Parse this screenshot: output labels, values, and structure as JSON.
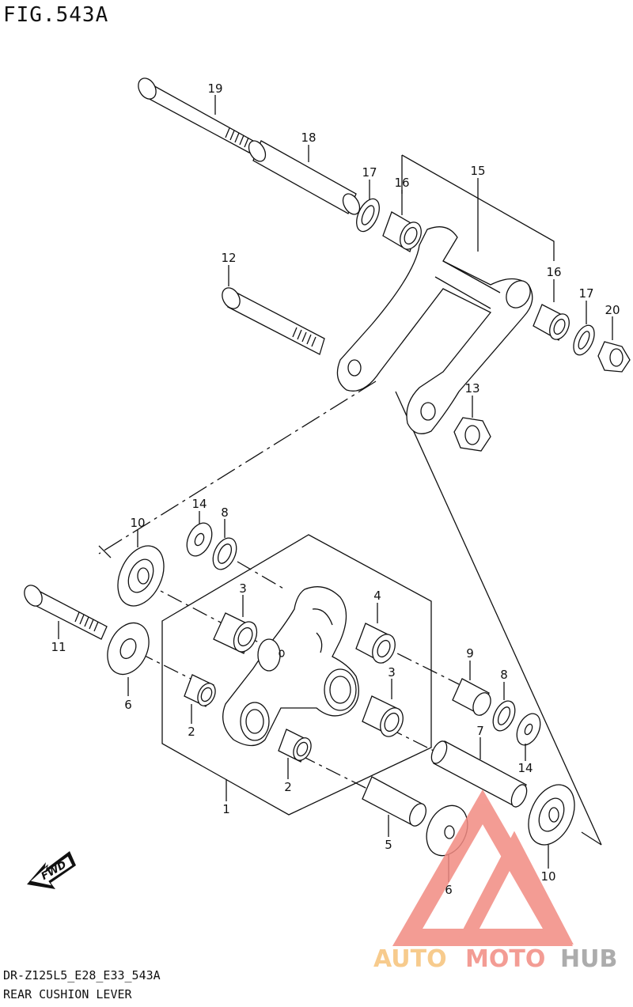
{
  "header": {
    "figure_label": "FIG.543A"
  },
  "footer": {
    "model_code": "DR-Z125L5_E28_E33_543A",
    "assembly_name": "REAR CUSHION LEVER"
  },
  "fwd_badge": {
    "label": "FWD"
  },
  "watermark": {
    "part1": "AUTO",
    "part2": "MOTO",
    "part3": "HUB",
    "color_primary": "#f28b82",
    "color_secondary": "#f6c27a",
    "color_tertiary": "#9e9e9e"
  },
  "callouts": {
    "c1": "1",
    "c2a": "2",
    "c2b": "2",
    "c3a": "3",
    "c3b": "3",
    "c4": "4",
    "c5": "5",
    "c6a": "6",
    "c6b": "6",
    "c7": "7",
    "c8a": "8",
    "c8b": "8",
    "c9": "9",
    "c10a": "10",
    "c10b": "10",
    "c11": "11",
    "c12": "12",
    "c13": "13",
    "c14a": "14",
    "c14b": "14",
    "c15": "15",
    "c16a": "16",
    "c16b": "16",
    "c17a": "17",
    "c17b": "17",
    "c18": "18",
    "c19": "19",
    "c20": "20"
  }
}
